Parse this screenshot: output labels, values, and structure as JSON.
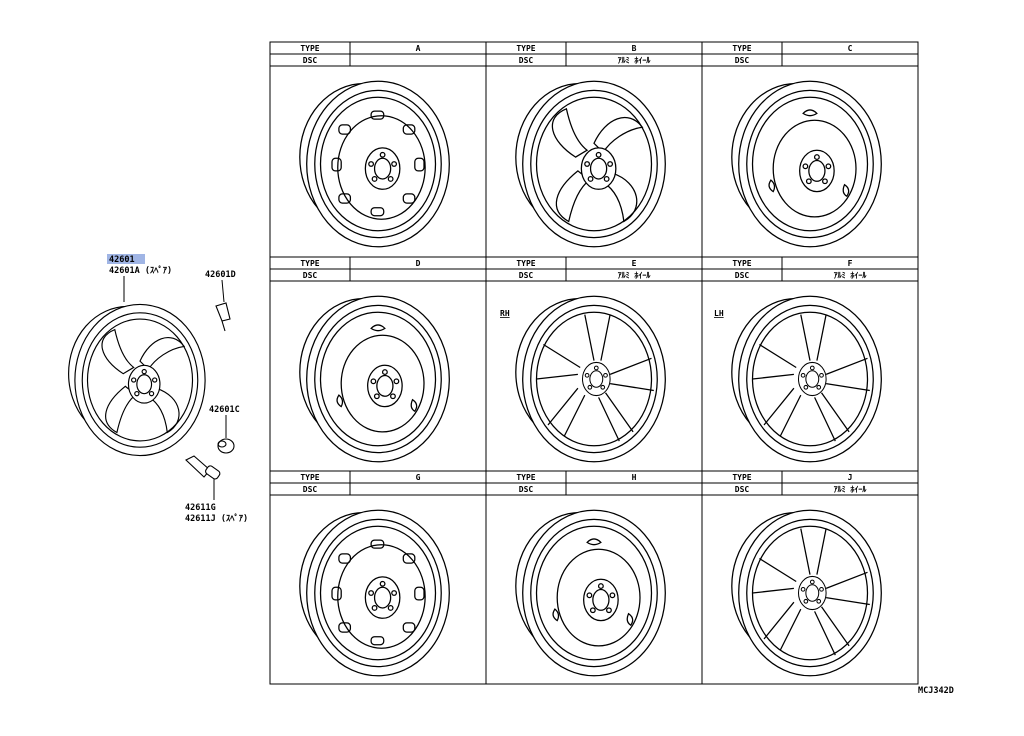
{
  "main_part": {
    "number": "42601",
    "spare": "42601A (ｽﾍﾟｱ)"
  },
  "callouts": [
    {
      "id": "p42601d",
      "text": "42601D"
    },
    {
      "id": "p42601c",
      "text": "42601C"
    },
    {
      "id": "p42611g",
      "text": "42611G"
    },
    {
      "id": "p42611j",
      "text": "42611J (ｽﾍﾟｱ)"
    }
  ],
  "row_labels": {
    "type": "TYPE",
    "dsc": "DSC"
  },
  "side_marks": {
    "rh": "RH",
    "lh": "LH"
  },
  "cells": [
    {
      "type": "A",
      "dsc": ""
    },
    {
      "type": "B",
      "dsc": "ｱﾙﾐ ﾎｲｰﾙ"
    },
    {
      "type": "C",
      "dsc": ""
    },
    {
      "type": "D",
      "dsc": ""
    },
    {
      "type": "E",
      "dsc": "ｱﾙﾐ ﾎｲｰﾙ"
    },
    {
      "type": "F",
      "dsc": "ｱﾙﾐ ﾎｲｰﾙ"
    },
    {
      "type": "G",
      "dsc": ""
    },
    {
      "type": "H",
      "dsc": ""
    },
    {
      "type": "J",
      "dsc": "ｱﾙﾐ ﾎｲｰﾙ"
    }
  ],
  "drawing_code": "MCJ342D"
}
